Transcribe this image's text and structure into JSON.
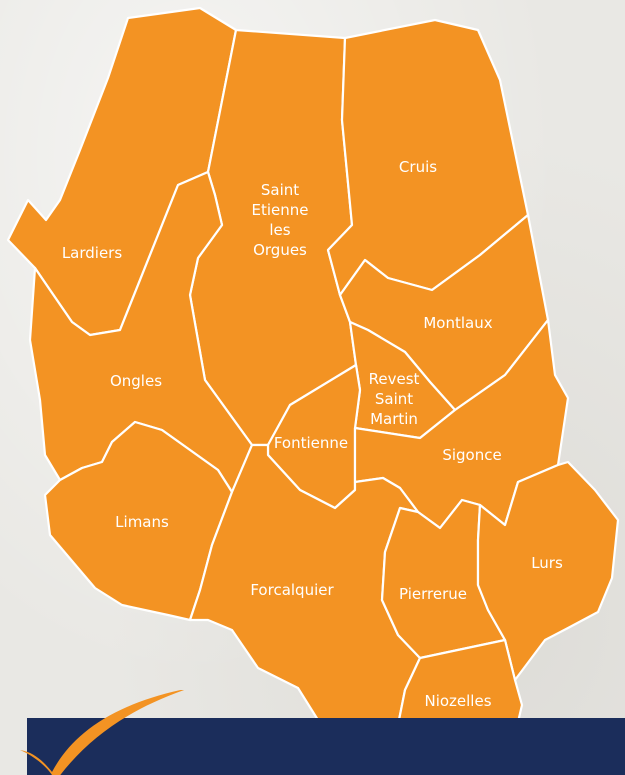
{
  "map": {
    "colors": {
      "region_fill": "#f39323",
      "region_border": "#ffffff",
      "label_text": "#ffffff",
      "background": "#e9e8e4",
      "footer_band": "#1b2d5b",
      "logo_check": "#f39323"
    },
    "communes": [
      {
        "id": "lardiers",
        "label_lines": [
          "Lardiers"
        ]
      },
      {
        "id": "saint-etienne-les-orgues",
        "label_lines": [
          "Saint",
          "Etienne",
          "les",
          "Orgues"
        ]
      },
      {
        "id": "cruis",
        "label_lines": [
          "Cruis"
        ]
      },
      {
        "id": "montlaux",
        "label_lines": [
          "Montlaux"
        ]
      },
      {
        "id": "ongles",
        "label_lines": [
          "Ongles"
        ]
      },
      {
        "id": "revest-saint-martin",
        "label_lines": [
          "Revest",
          "Saint",
          "Martin"
        ]
      },
      {
        "id": "fontienne",
        "label_lines": [
          "Fontienne"
        ]
      },
      {
        "id": "sigonce",
        "label_lines": [
          "Sigonce"
        ]
      },
      {
        "id": "limans",
        "label_lines": [
          "Limans"
        ]
      },
      {
        "id": "forcalquier",
        "label_lines": [
          "Forcalquier"
        ]
      },
      {
        "id": "pierrerue",
        "label_lines": [
          "Pierrerue"
        ]
      },
      {
        "id": "lurs",
        "label_lines": [
          "Lurs"
        ]
      },
      {
        "id": "niozelles",
        "label_lines": [
          "Niozelles"
        ]
      }
    ],
    "footer": {
      "icon": "checkmark-icon"
    }
  }
}
